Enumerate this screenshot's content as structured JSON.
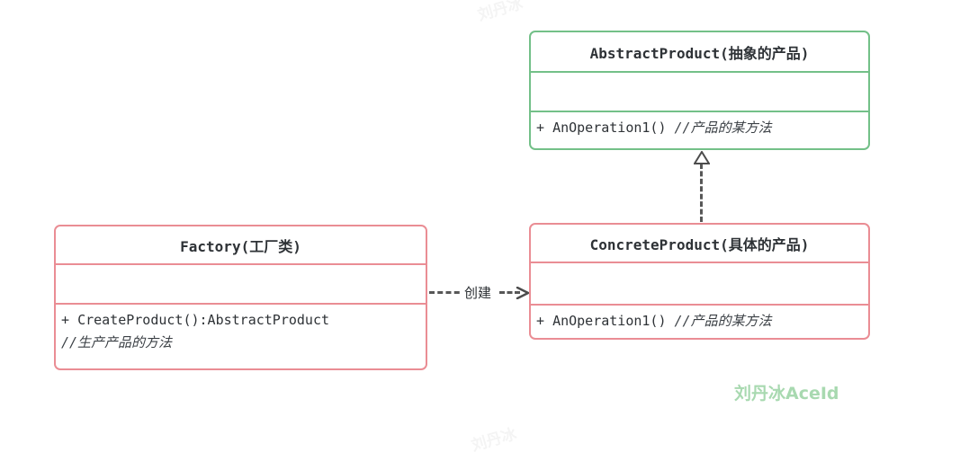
{
  "diagram": {
    "title": "Factory Method UML class diagram",
    "colors": {
      "abstract_border": "#73c088",
      "concrete_border": "#ea8d94",
      "connector": "#575757",
      "watermark": "#a8d9b0"
    }
  },
  "classes": {
    "abstract_product": {
      "title": "AbstractProduct(抽象的产品)",
      "attributes": [],
      "operations": [
        {
          "visibility": "+",
          "signature": "AnOperation1()",
          "comment": "//产品的某方法"
        }
      ]
    },
    "factory": {
      "title": "Factory(工厂类)",
      "attributes": [],
      "operations": [
        {
          "visibility": "+",
          "signature": "CreateProduct():AbstractProduct",
          "comment": "//生产产品的方法"
        }
      ]
    },
    "concrete_product": {
      "title": "ConcreteProduct(具体的产品)",
      "attributes": [],
      "operations": [
        {
          "visibility": "+",
          "signature": "AnOperation1()",
          "comment": "//产品的某方法"
        }
      ]
    }
  },
  "connectors": {
    "realization": {
      "from": "ConcreteProduct",
      "to": "AbstractProduct",
      "kind": "realization",
      "style": "dashed",
      "arrow": "hollow-triangle",
      "label": ""
    },
    "dependency": {
      "from": "Factory",
      "to": "ConcreteProduct",
      "kind": "dependency",
      "style": "dashed",
      "arrow": "open",
      "label": "创建"
    }
  },
  "watermarks": {
    "main": "刘丹冰AceId",
    "faint_top": "刘丹冰",
    "faint_bottom": "刘丹冰"
  }
}
